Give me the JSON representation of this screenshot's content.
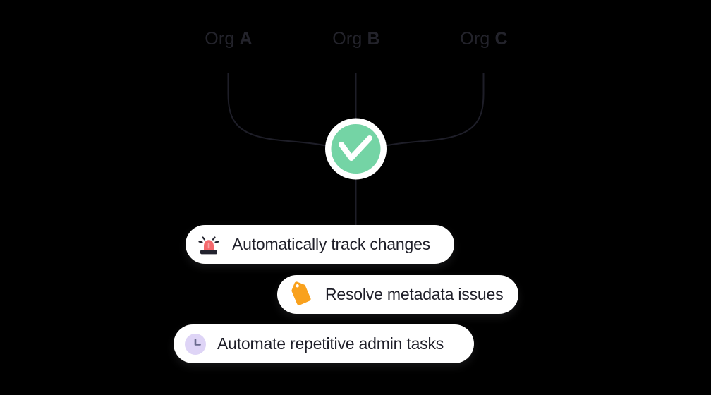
{
  "diagram": {
    "orgs": [
      {
        "prefix": "Org",
        "letter": "A"
      },
      {
        "prefix": "Org",
        "letter": "B"
      },
      {
        "prefix": "Org",
        "letter": "C"
      }
    ],
    "merge_node": {
      "icon": "check-icon",
      "color": "#74d4a5",
      "ring_color": "#ffffff"
    },
    "features": [
      {
        "icon": "siren-icon",
        "icon_color": "#f5696d",
        "label": "Automatically track changes"
      },
      {
        "icon": "tag-icon",
        "icon_color": "#f9a11d",
        "label": "Resolve metadata issues"
      },
      {
        "icon": "clock-icon",
        "icon_color": "#ded4f6",
        "label": "Automate repetitive admin tasks"
      }
    ],
    "colors": {
      "background": "#000000",
      "connector_line": "#1e1e28",
      "text": "#1e1e28",
      "pill_background": "#ffffff"
    }
  }
}
